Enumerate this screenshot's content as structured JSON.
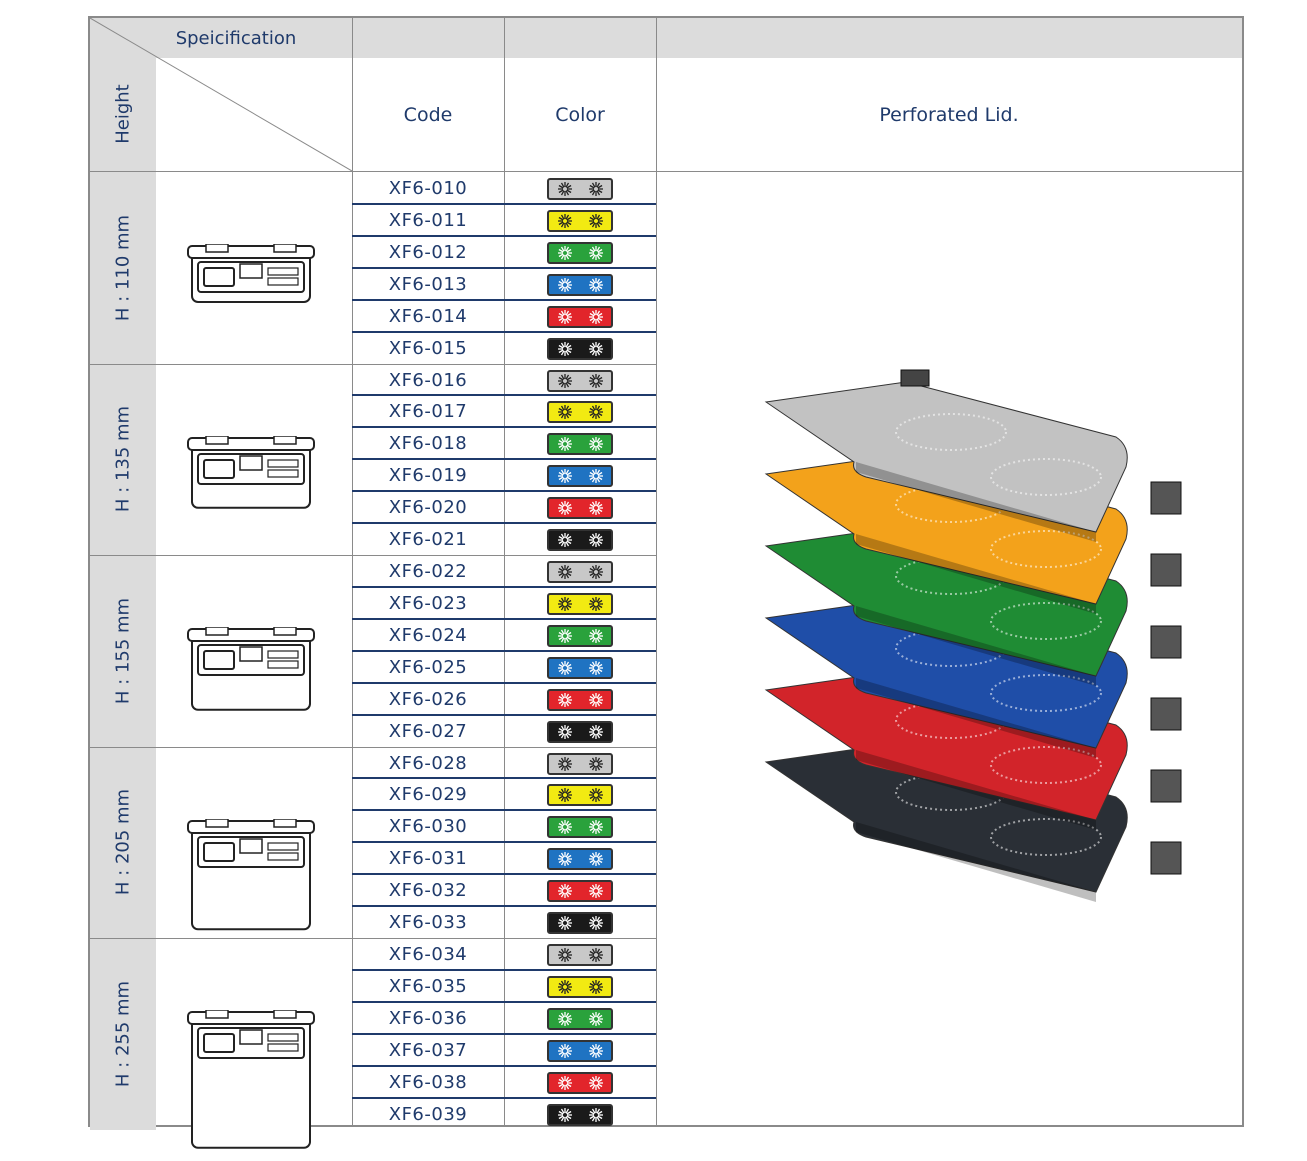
{
  "header": {
    "spec_label": "Speicification",
    "height_label": "Height",
    "code_label": "Code",
    "color_label": "Color",
    "lid_label": "Perforated Lid."
  },
  "colors": {
    "silver": "#c8c8c8",
    "yellow": "#f2ea12",
    "green": "#2aa23c",
    "blue": "#1f73c2",
    "red": "#e2252b",
    "black": "#1a1a1a",
    "header_grey": "#dcdcdc",
    "text_blue": "#1f3a6b"
  },
  "lid_colors": [
    "#c2c2c2",
    "#f3a21b",
    "#1f8c34",
    "#1f4ea8",
    "#d2242a",
    "#2a2f36"
  ],
  "groups": [
    {
      "height": "H : 110 mm",
      "box_level": 0.0,
      "rows": [
        {
          "code": "XF6-010",
          "color": "silver"
        },
        {
          "code": "XF6-011",
          "color": "yellow"
        },
        {
          "code": "XF6-012",
          "color": "green"
        },
        {
          "code": "XF6-013",
          "color": "blue"
        },
        {
          "code": "XF6-014",
          "color": "red"
        },
        {
          "code": "XF6-015",
          "color": "black"
        }
      ]
    },
    {
      "height": "H : 135 mm",
      "box_level": 0.25,
      "rows": [
        {
          "code": "XF6-016",
          "color": "silver"
        },
        {
          "code": "XF6-017",
          "color": "yellow"
        },
        {
          "code": "XF6-018",
          "color": "green"
        },
        {
          "code": "XF6-019",
          "color": "blue"
        },
        {
          "code": "XF6-020",
          "color": "red"
        },
        {
          "code": "XF6-021",
          "color": "black"
        }
      ]
    },
    {
      "height": "H : 155 mm",
      "box_level": 0.45,
      "rows": [
        {
          "code": "XF6-022",
          "color": "silver"
        },
        {
          "code": "XF6-023",
          "color": "yellow"
        },
        {
          "code": "XF6-024",
          "color": "green"
        },
        {
          "code": "XF6-025",
          "color": "blue"
        },
        {
          "code": "XF6-026",
          "color": "red"
        },
        {
          "code": "XF6-027",
          "color": "black"
        }
      ]
    },
    {
      "height": "H : 205 mm",
      "box_level": 0.95,
      "rows": [
        {
          "code": "XF6-028",
          "color": "silver"
        },
        {
          "code": "XF6-029",
          "color": "yellow"
        },
        {
          "code": "XF6-030",
          "color": "green"
        },
        {
          "code": "XF6-031",
          "color": "blue"
        },
        {
          "code": "XF6-032",
          "color": "red"
        },
        {
          "code": "XF6-033",
          "color": "black"
        }
      ]
    },
    {
      "height": "H : 255 mm",
      "box_level": 1.45,
      "rows": [
        {
          "code": "XF6-034",
          "color": "silver"
        },
        {
          "code": "XF6-035",
          "color": "yellow"
        },
        {
          "code": "XF6-036",
          "color": "green"
        },
        {
          "code": "XF6-037",
          "color": "blue"
        },
        {
          "code": "XF6-038",
          "color": "red"
        },
        {
          "code": "XF6-039",
          "color": "black"
        }
      ]
    }
  ]
}
